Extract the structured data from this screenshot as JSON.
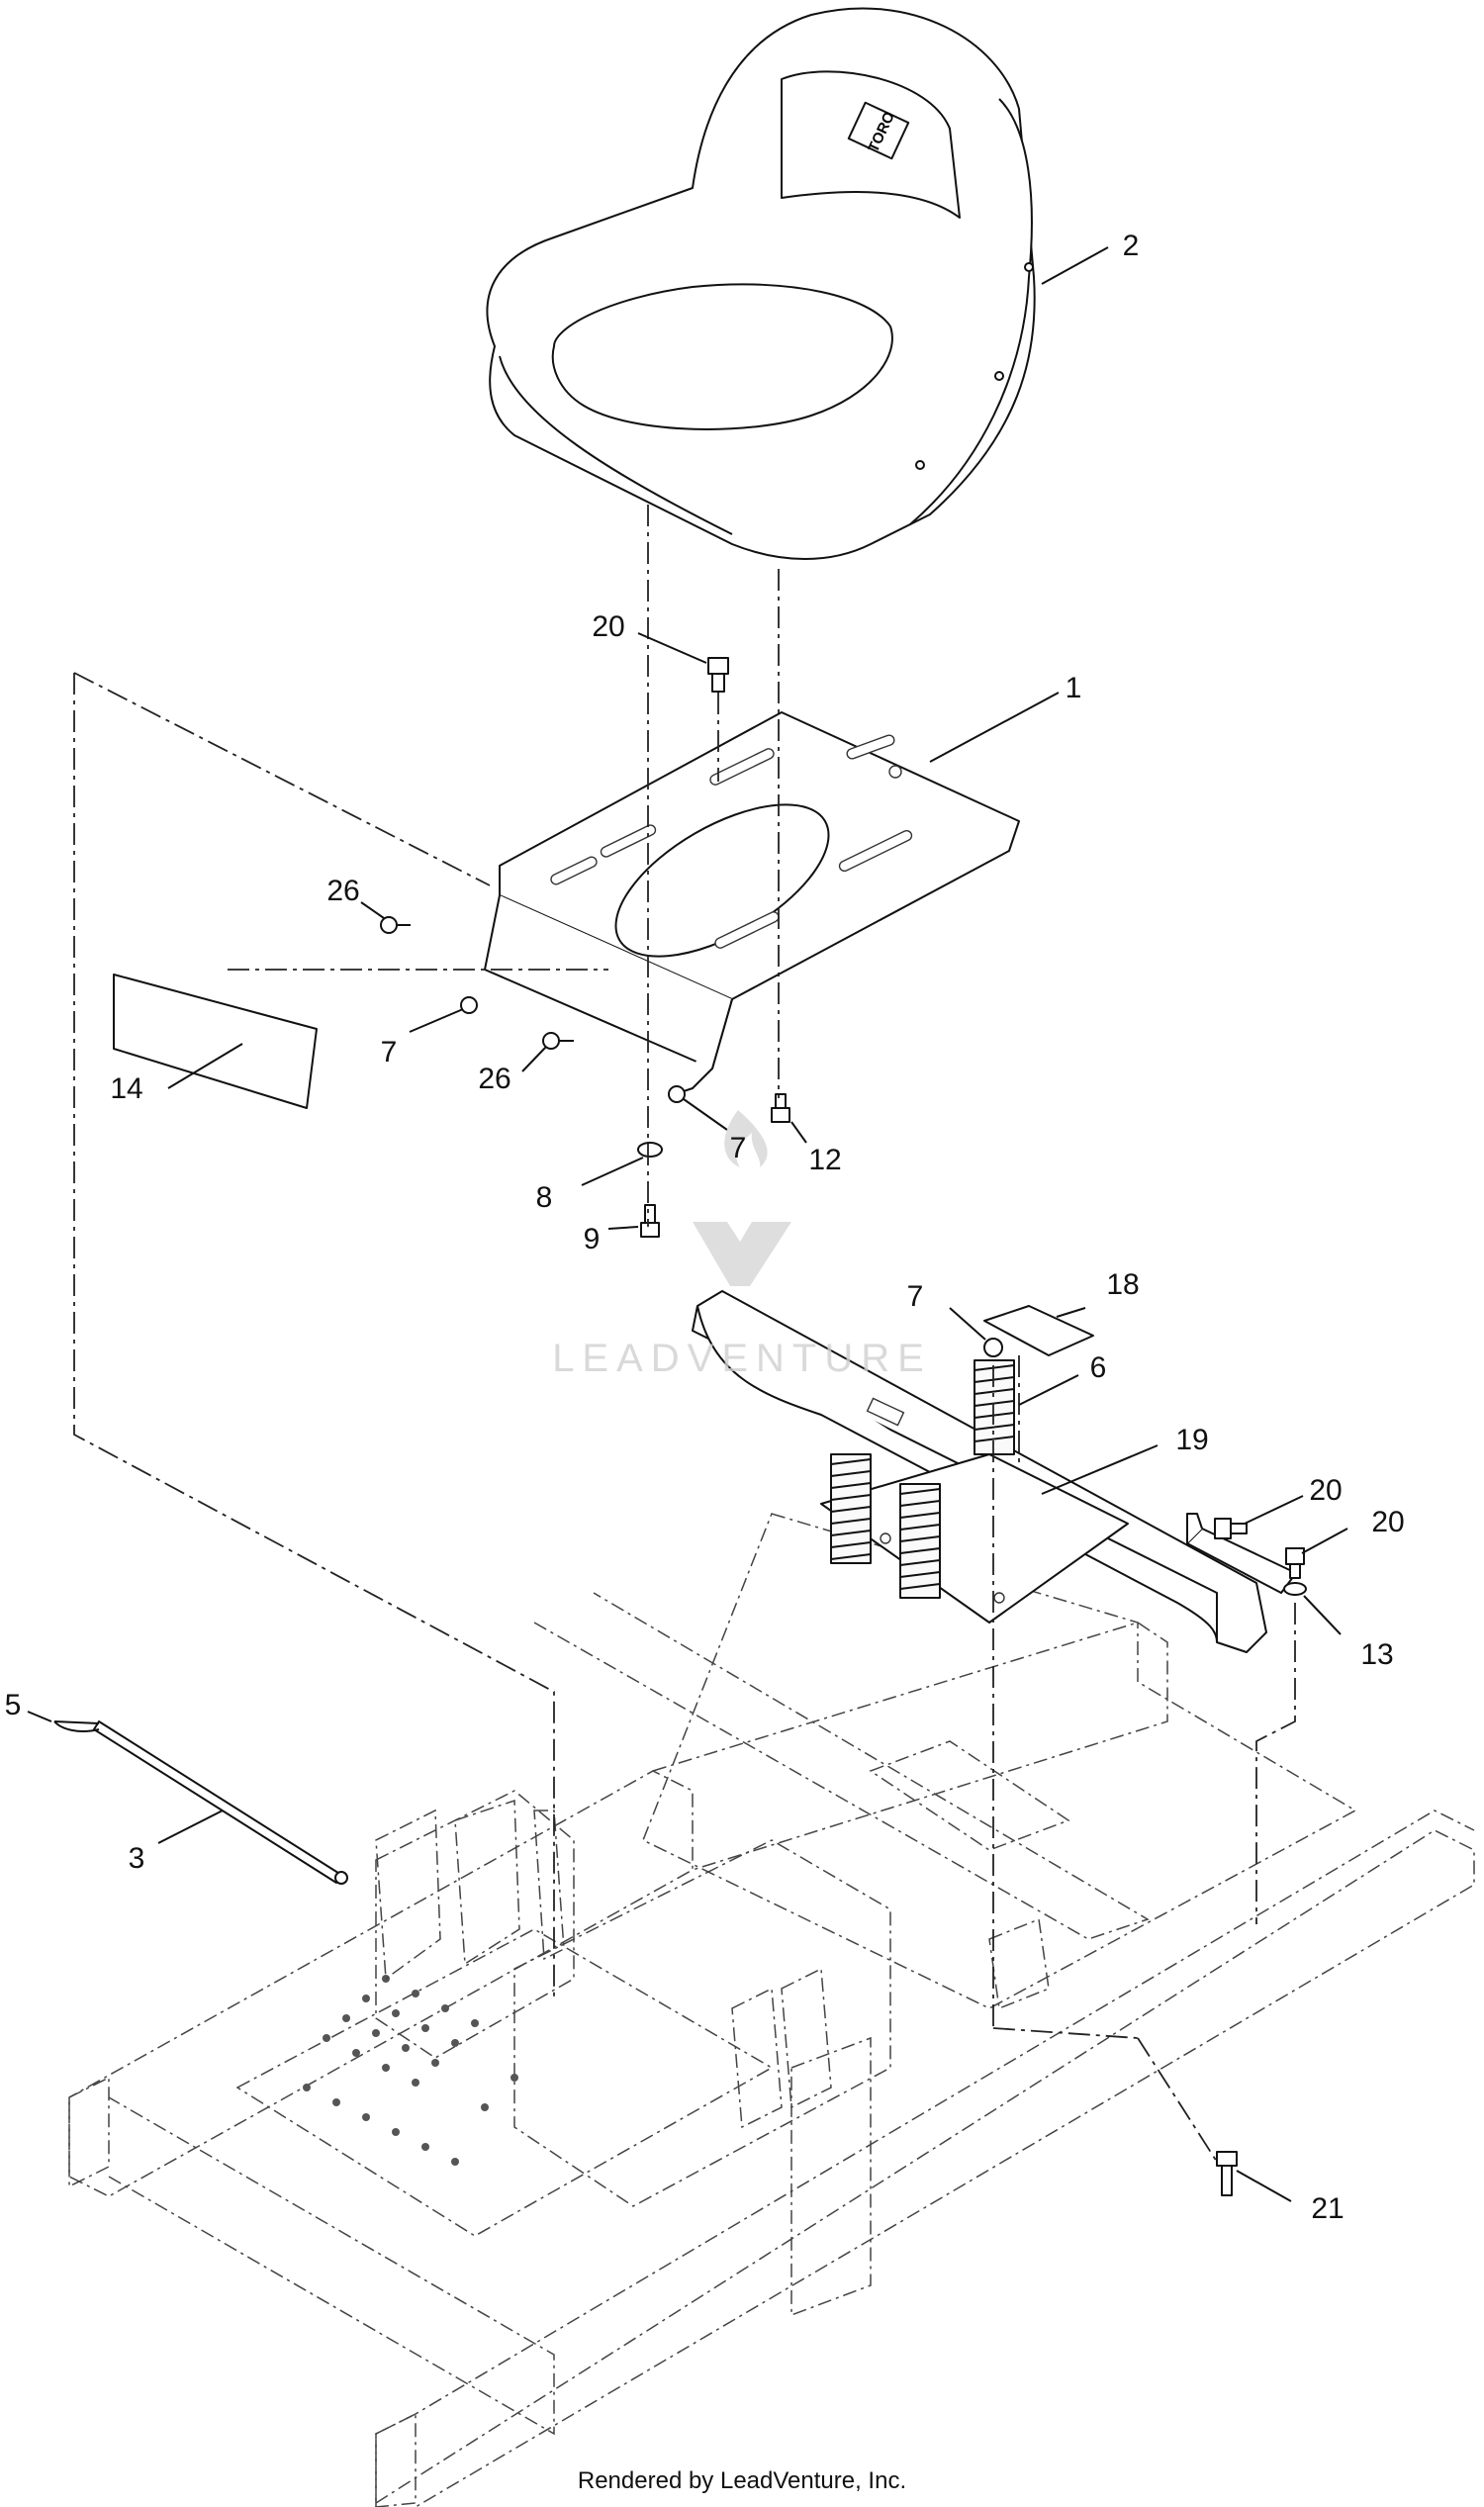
{
  "callouts": [
    {
      "id": "c2",
      "label": "2"
    },
    {
      "id": "c20a",
      "label": "20"
    },
    {
      "id": "c1",
      "label": "1"
    },
    {
      "id": "c26a",
      "label": "26"
    },
    {
      "id": "c7a",
      "label": "7"
    },
    {
      "id": "c14",
      "label": "14"
    },
    {
      "id": "c26b",
      "label": "26"
    },
    {
      "id": "c7b",
      "label": "7"
    },
    {
      "id": "c12",
      "label": "12"
    },
    {
      "id": "c8",
      "label": "8"
    },
    {
      "id": "c9",
      "label": "9"
    },
    {
      "id": "c7c",
      "label": "7"
    },
    {
      "id": "c18",
      "label": "18"
    },
    {
      "id": "c6",
      "label": "6"
    },
    {
      "id": "c19",
      "label": "19"
    },
    {
      "id": "c20b",
      "label": "20"
    },
    {
      "id": "c20c",
      "label": "20"
    },
    {
      "id": "c13",
      "label": "13"
    },
    {
      "id": "c5",
      "label": "5"
    },
    {
      "id": "c3",
      "label": "3"
    },
    {
      "id": "c21",
      "label": "21"
    }
  ],
  "seat_brand": "TORO",
  "watermark": "LEADVENTURE",
  "footer": "Rendered by LeadVenture, Inc."
}
